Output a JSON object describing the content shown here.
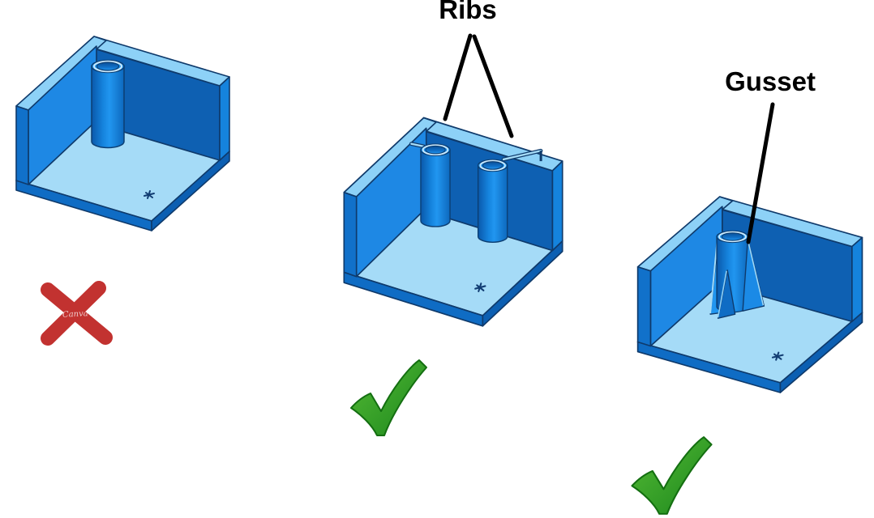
{
  "labels": {
    "ribs": "Ribs",
    "gusset": "Gusset"
  },
  "watermark": "Canva",
  "panels": [
    {
      "id": "left",
      "mark_icon": "cross-icon"
    },
    {
      "id": "middle",
      "mark_icon": "check-icon",
      "callout": "Ribs"
    },
    {
      "id": "right",
      "mark_icon": "check-icon",
      "callout": "Gusset"
    }
  ],
  "colors": {
    "background": "#ffffff",
    "label_text": "#000000",
    "leader_line": "#000000",
    "cross_red": "#c23230",
    "check_green_light": "#55bb35",
    "check_green_dark": "#1c871d",
    "part_floor_light": "#a5dbf7",
    "part_wall_lit": "#1e88e4",
    "part_wall_shaded": "#0e60b2",
    "part_edge_light": "#8dd1f7",
    "part_boss_highlight": "#2196f0",
    "part_outline": "#0f3a6b"
  }
}
